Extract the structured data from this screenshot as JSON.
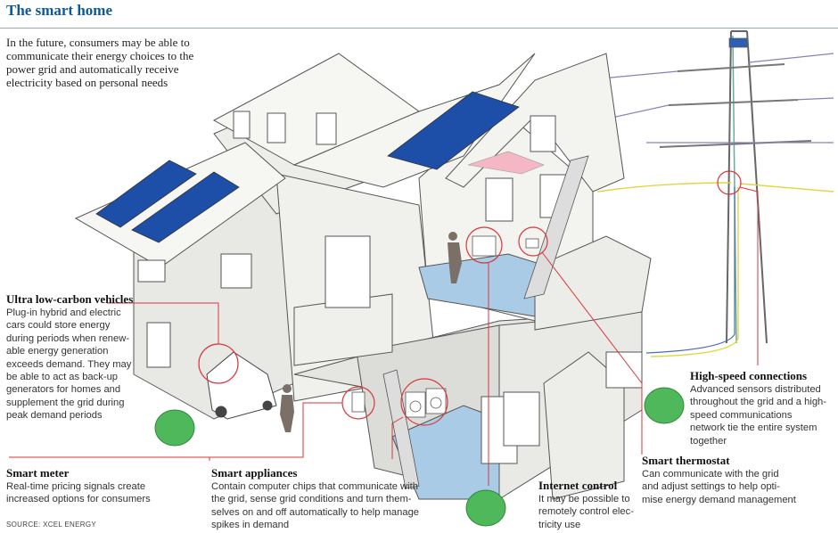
{
  "title": "The smart home",
  "intro": "In the future, consumers may be able to communicate their energy choices to the power grid and automatically receive electricity based on personal needs",
  "callouts": {
    "vehicles": {
      "heading": "Ultra low-carbon vehicles",
      "lines": [
        "Plug-in hybrid and electric",
        "cars could store energy",
        "during periods when renew-",
        "able energy generation",
        "exceeds demand. They may",
        "be able to act as back-up",
        "generators for homes and",
        "supplement the grid during",
        "peak demand periods"
      ]
    },
    "meter": {
      "heading": "Smart meter",
      "lines": [
        "Real-time pricing signals create",
        "increased options for consumers"
      ]
    },
    "appliances": {
      "heading": "Smart appliances",
      "lines": [
        "Contain computer chips that communicate with",
        "the grid, sense grid conditions and turn them-",
        "selves on and off automatically to help manage",
        "spikes in demand"
      ]
    },
    "internet": {
      "heading": "Internet control",
      "lines": [
        "It may be possible to",
        "remotely control elec-",
        "tricity use"
      ]
    },
    "thermostat": {
      "heading": "Smart thermostat",
      "lines": [
        "Can communicate with the grid",
        "and adjust settings to help opti-",
        "mise energy demand management"
      ]
    },
    "connections": {
      "heading": "High-speed connections",
      "lines": [
        "Advanced sensors distributed",
        "throughout the grid and a high-",
        "speed communications",
        "network tie the entire system",
        "together"
      ]
    }
  },
  "source": "SOURCE: XCEL ENERGY",
  "colors": {
    "title": "#0a5a9c",
    "callout_line": "#d9373a",
    "wall": "#ecece8",
    "roof": "#f4f4f1",
    "solar": "#1d4fa8",
    "floor": "#a9cbe6",
    "tree": "#4fb85a",
    "power_yellow": "#e2d640",
    "power_purple": "#8d7fb8"
  }
}
